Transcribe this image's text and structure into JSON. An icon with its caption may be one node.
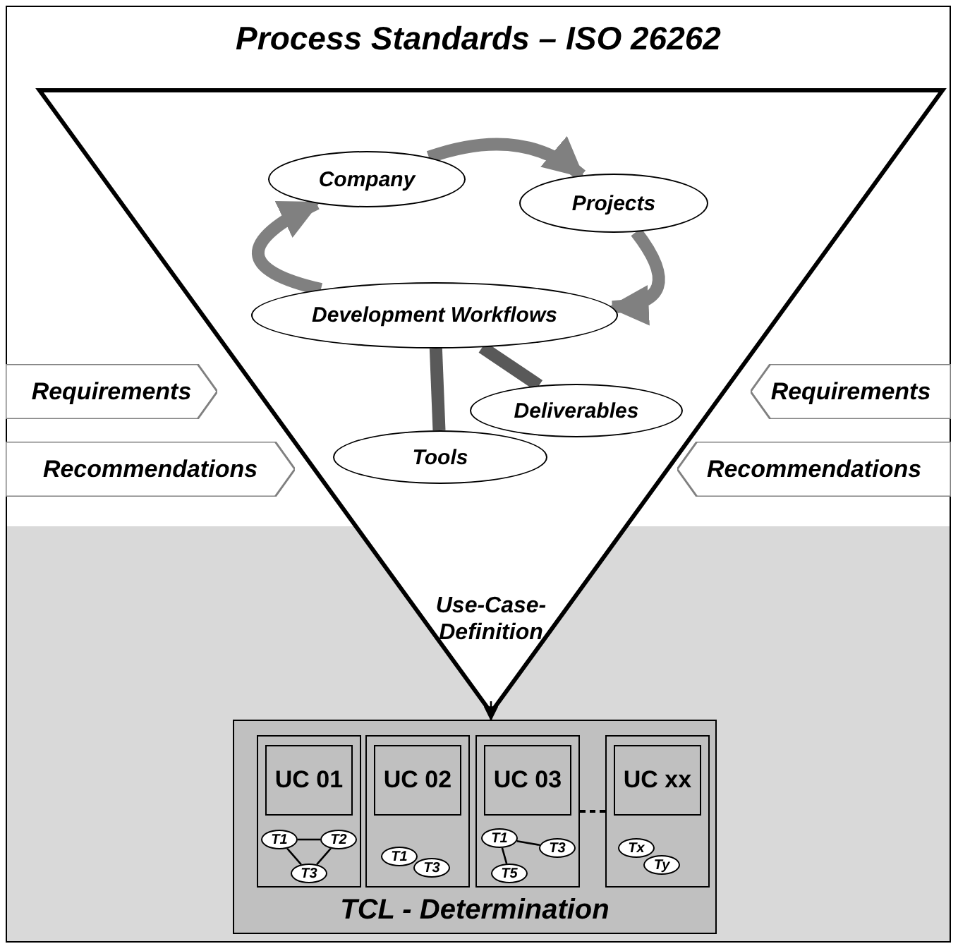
{
  "diagram": {
    "title": "Process Standards – ISO 26262",
    "nodes": [
      {
        "text": [
          "Use-Case-Definition"
        ]
      },
      {
        "text": [
          "Company"
        ],
        "in": 0
      },
      {
        "text": [
          "Projects"
        ],
        "in": 0
      },
      {
        "text": [
          "Development Workflows"
        ],
        "in": 0
      },
      {
        "text": [
          "Deliverables"
        ],
        "in": 0
      },
      {
        "text": [
          "Tools"
        ],
        "in": 0
      },
      {
        "text": [
          "Requirements"
        ]
      },
      {
        "text": [
          "Recommendations"
        ]
      },
      {
        "text": [
          "Requirements"
        ]
      },
      {
        "text": [
          "Recommendations"
        ]
      },
      {
        "text": [
          "TCL - Determination"
        ]
      },
      {
        "text": [],
        "shape": "box",
        "in": 10
      },
      {
        "text": [
          "UC 01"
        ],
        "in": 11
      },
      {
        "text": [
          "T1"
        ],
        "in": 11
      },
      {
        "text": [
          "T2"
        ],
        "in": 11
      },
      {
        "text": [
          "T3"
        ],
        "in": 11
      },
      {
        "text": [],
        "shape": "box",
        "in": 10
      },
      {
        "text": [
          "UC 02"
        ],
        "in": 16
      },
      {
        "text": [
          "T1"
        ],
        "in": 16
      },
      {
        "text": [
          "T3"
        ],
        "in": 16
      },
      {
        "text": [],
        "shape": "box",
        "in": 10
      },
      {
        "text": [
          "UC 03"
        ],
        "in": 20
      },
      {
        "text": [
          "T1"
        ],
        "in": 20
      },
      {
        "text": [
          "T3"
        ],
        "in": 20
      },
      {
        "text": [
          "T5"
        ],
        "in": 20
      },
      {
        "text": [],
        "shape": "box",
        "in": 10
      },
      {
        "text": [
          "UC xx"
        ],
        "in": 25
      },
      {
        "text": [
          "Tx"
        ],
        "in": 25
      },
      {
        "text": [
          "Ty"
        ],
        "in": 25
      }
    ],
    "edges": [
      {
        "from": 1,
        "to": 2,
        "arrow": "to",
        "style": "thick",
        "color": "#808080"
      },
      {
        "from": 2,
        "to": 3,
        "arrow": "to",
        "style": "thick",
        "color": "#808080"
      },
      {
        "from": 3,
        "to": 1,
        "arrow": "to",
        "style": "thick",
        "color": "#808080"
      },
      {
        "from": 3,
        "to": 4,
        "arrow": "none",
        "style": "thick",
        "color": "#595959"
      },
      {
        "from": 3,
        "to": 5,
        "arrow": "none",
        "style": "thick",
        "color": "#595959"
      },
      {
        "from": 13,
        "to": 14,
        "arrow": "none"
      },
      {
        "from": 13,
        "to": 15,
        "arrow": "none"
      },
      {
        "from": 14,
        "to": 15,
        "arrow": "none"
      },
      {
        "from": 22,
        "to": 23,
        "arrow": "none"
      },
      {
        "from": 22,
        "to": 24,
        "arrow": "none"
      },
      {
        "from": 20,
        "to": 25,
        "arrow": "none",
        "style": "dashed"
      },
      {
        "from": 0,
        "to": 10,
        "arrow": "to"
      }
    ]
  }
}
